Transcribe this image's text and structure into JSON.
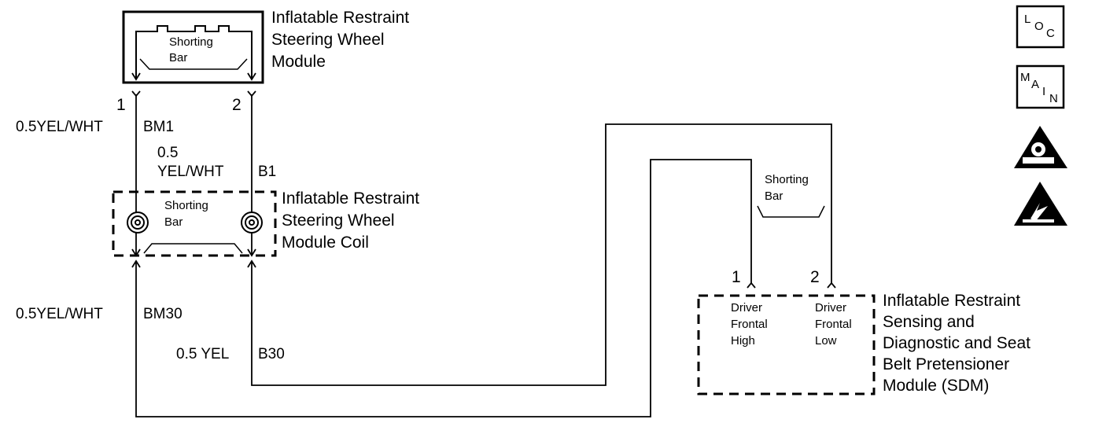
{
  "steering_wheel_module": {
    "title_lines": [
      "Inflatable Restraint",
      "Steering Wheel",
      "Module"
    ],
    "shorting_bar": [
      "Shorting",
      "Bar"
    ],
    "pin1": "1",
    "pin2": "2"
  },
  "coil": {
    "title_lines": [
      "Inflatable Restraint",
      "Steering Wheel",
      "Module Coil"
    ],
    "shorting_bar": [
      "Shorting",
      "Bar"
    ]
  },
  "wires": {
    "upper_left_gauge_color": "0.5YEL/WHT",
    "upper_left_circuit": "BM1",
    "upper_right_gauge": "0.5",
    "upper_right_color": "YEL/WHT",
    "upper_right_circuit": "B1",
    "lower_left_gauge_color": "0.5YEL/WHT",
    "lower_left_circuit": "BM30",
    "lower_right_gauge_color": "0.5 YEL",
    "lower_right_circuit": "B30"
  },
  "sdm": {
    "shorting_bar": [
      "Shorting",
      "Bar"
    ],
    "pin1": "1",
    "pin2": "2",
    "pin1_label": [
      "Driver",
      "Frontal",
      "High"
    ],
    "pin2_label": [
      "Driver",
      "Frontal",
      "Low"
    ],
    "title_lines": [
      "Inflatable Restraint",
      "Sensing and",
      "Diagnostic and Seat",
      "Belt Pretensioner",
      "Module  (SDM)"
    ]
  },
  "icons": [
    {
      "name": "loc-icon",
      "letters": [
        "L",
        "O",
        "C"
      ]
    },
    {
      "name": "main-icon",
      "letters": [
        "M",
        "A",
        "I",
        "N"
      ]
    },
    {
      "name": "airbag-warning-icon"
    },
    {
      "name": "esd-warning-icon"
    }
  ]
}
